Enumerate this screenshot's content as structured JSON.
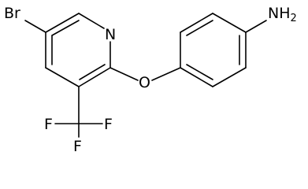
{
  "molecule": {
    "atoms": {
      "br": "Br",
      "n_ring": "N",
      "o_ether": "O",
      "nh2": "NH",
      "nh2_subscript": "2",
      "f_left": "F",
      "f_right": "F",
      "f_bottom": "F"
    },
    "colors": {
      "bond": "#000000",
      "text": "#000000",
      "background": "#ffffff"
    }
  }
}
